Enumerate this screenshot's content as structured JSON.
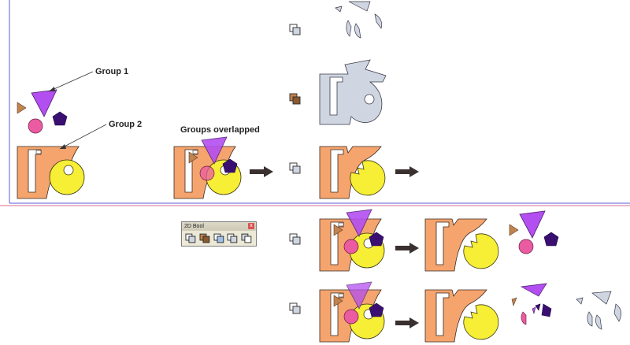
{
  "labels": {
    "group1": "Group 1",
    "group2": "Group 2",
    "overlapped": "Groups overlapped"
  },
  "toolbar": {
    "title": "2D Bool",
    "close": "x"
  },
  "colors": {
    "salmon": "#f5a46e",
    "yellow": "#f7ee36",
    "purple": "#b34ef0",
    "indigo": "#3b0f72",
    "pink": "#ea5ba1",
    "brown": "#c1834f",
    "gray": "#cfd6e1",
    "arrow": "#3a3030",
    "guide_blue": "#5a5adf",
    "guide_red": "#df6a8a"
  },
  "icons": {
    "op1": "boolean-icon",
    "op2": "union-icon",
    "op3": "intersect-icon",
    "op4": "subtract-icon",
    "op5": "trim-icon"
  }
}
